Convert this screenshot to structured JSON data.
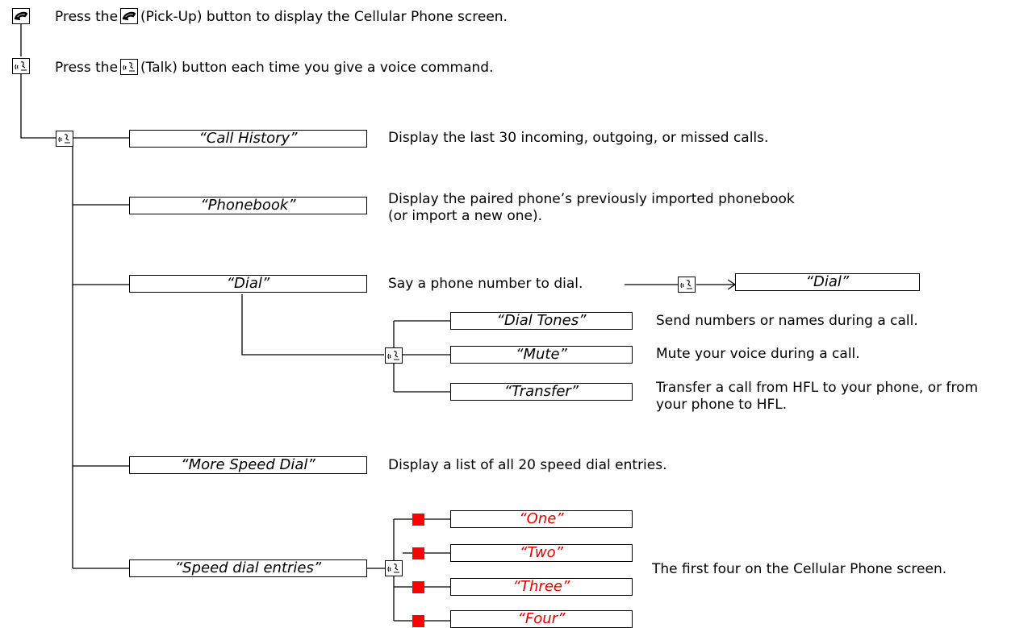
{
  "header": {
    "pickup": {
      "before": "Press the",
      "after": "(Pick-Up) button to display the Cellular Phone screen."
    },
    "talk": {
      "before": "Press the",
      "after": "(Talk) button each time you give a voice command."
    }
  },
  "commands": {
    "call_history": {
      "label": "“Call History”",
      "desc": "Display the last 30 incoming, outgoing, or missed calls."
    },
    "phonebook": {
      "label": "“Phonebook”",
      "desc_line1": "Display the paired phone’s previously imported phonebook",
      "desc_line2": "(or import a new one)."
    },
    "dial": {
      "label": "“Dial”",
      "desc": "Say a phone number to dial.",
      "result_label": "“Dial”"
    },
    "dial_tones": {
      "label": "“Dial Tones”",
      "desc": "Send numbers or names during a call."
    },
    "mute": {
      "label": "“Mute”",
      "desc": "Mute your voice during a call."
    },
    "transfer": {
      "label": "“Transfer”",
      "desc_line1": "Transfer a call from HFL to your phone, or from",
      "desc_line2": "your phone to HFL."
    },
    "more_speed_dial": {
      "label": "“More Speed Dial”",
      "desc": "Display a list of all 20 speed dial entries."
    },
    "speed_dial_entries": {
      "label": "“Speed dial entries”",
      "desc": "The first four on the Cellular Phone screen."
    },
    "entries": [
      "“One”",
      "“Two”",
      "“Three”",
      "“Four”"
    ]
  },
  "colors": {
    "line": "#000000",
    "entry_text": "#e00000",
    "entry_marker": "#ff0000"
  },
  "icons": {
    "pickup": "phone-pickup-icon",
    "talk": "talk-voice-icon"
  }
}
